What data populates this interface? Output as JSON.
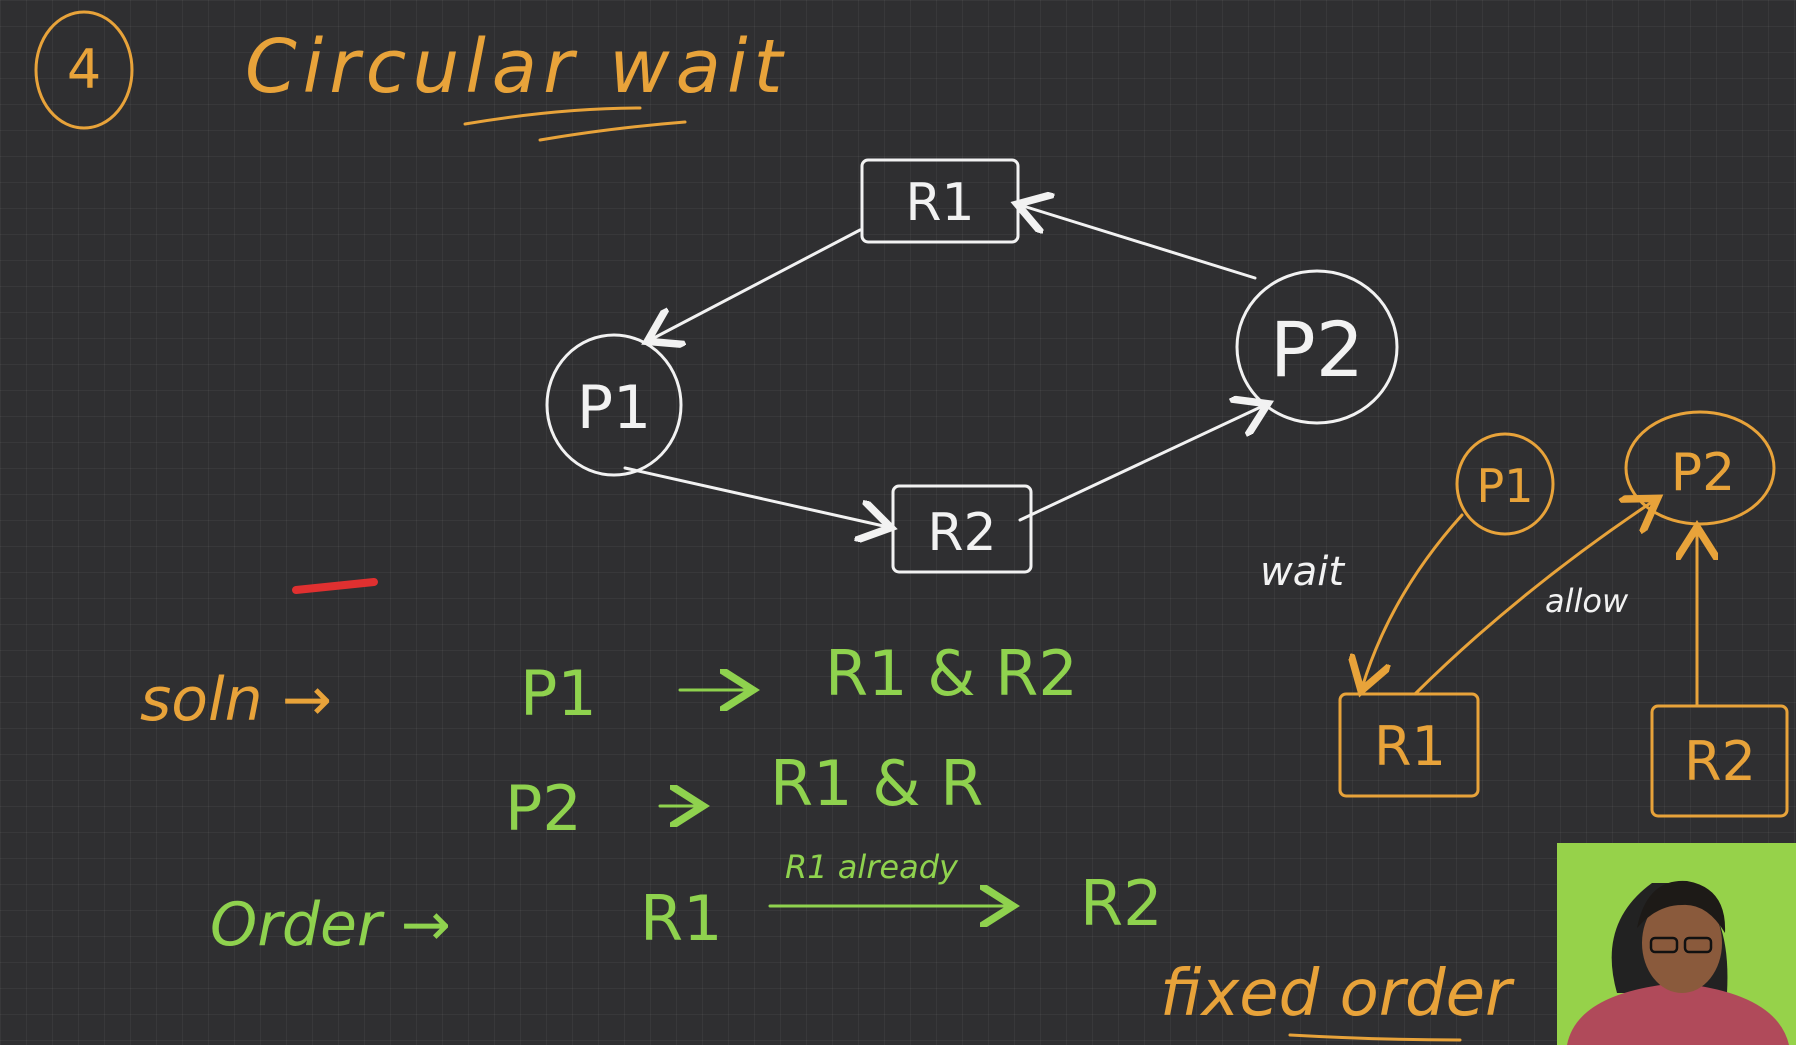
{
  "heading": {
    "number": "4",
    "title": "Circular wait"
  },
  "main_graph": {
    "r1": "R1",
    "r2": "R2",
    "p1": "P1",
    "p2": "P2"
  },
  "side_graph": {
    "p1": "P1",
    "p2": "P2",
    "r1": "R1",
    "r2": "R2",
    "wait_label": "wait",
    "allow_label": "allow"
  },
  "solution": {
    "label": "soln →",
    "line1_left": "P1",
    "line1_right": "R1 & R2",
    "line2_left": "P2",
    "line2_right": "R1 & R",
    "order_label": "Order →",
    "order_from": "R1",
    "order_to": "R2",
    "arrow_note": "R1 already",
    "fixed_order": "fixed order"
  },
  "colors": {
    "background": "#2f2f31",
    "orange": "#e8a33a",
    "white": "#f2f2f2",
    "green": "#8fd24e",
    "red_mark": "#e03030"
  }
}
